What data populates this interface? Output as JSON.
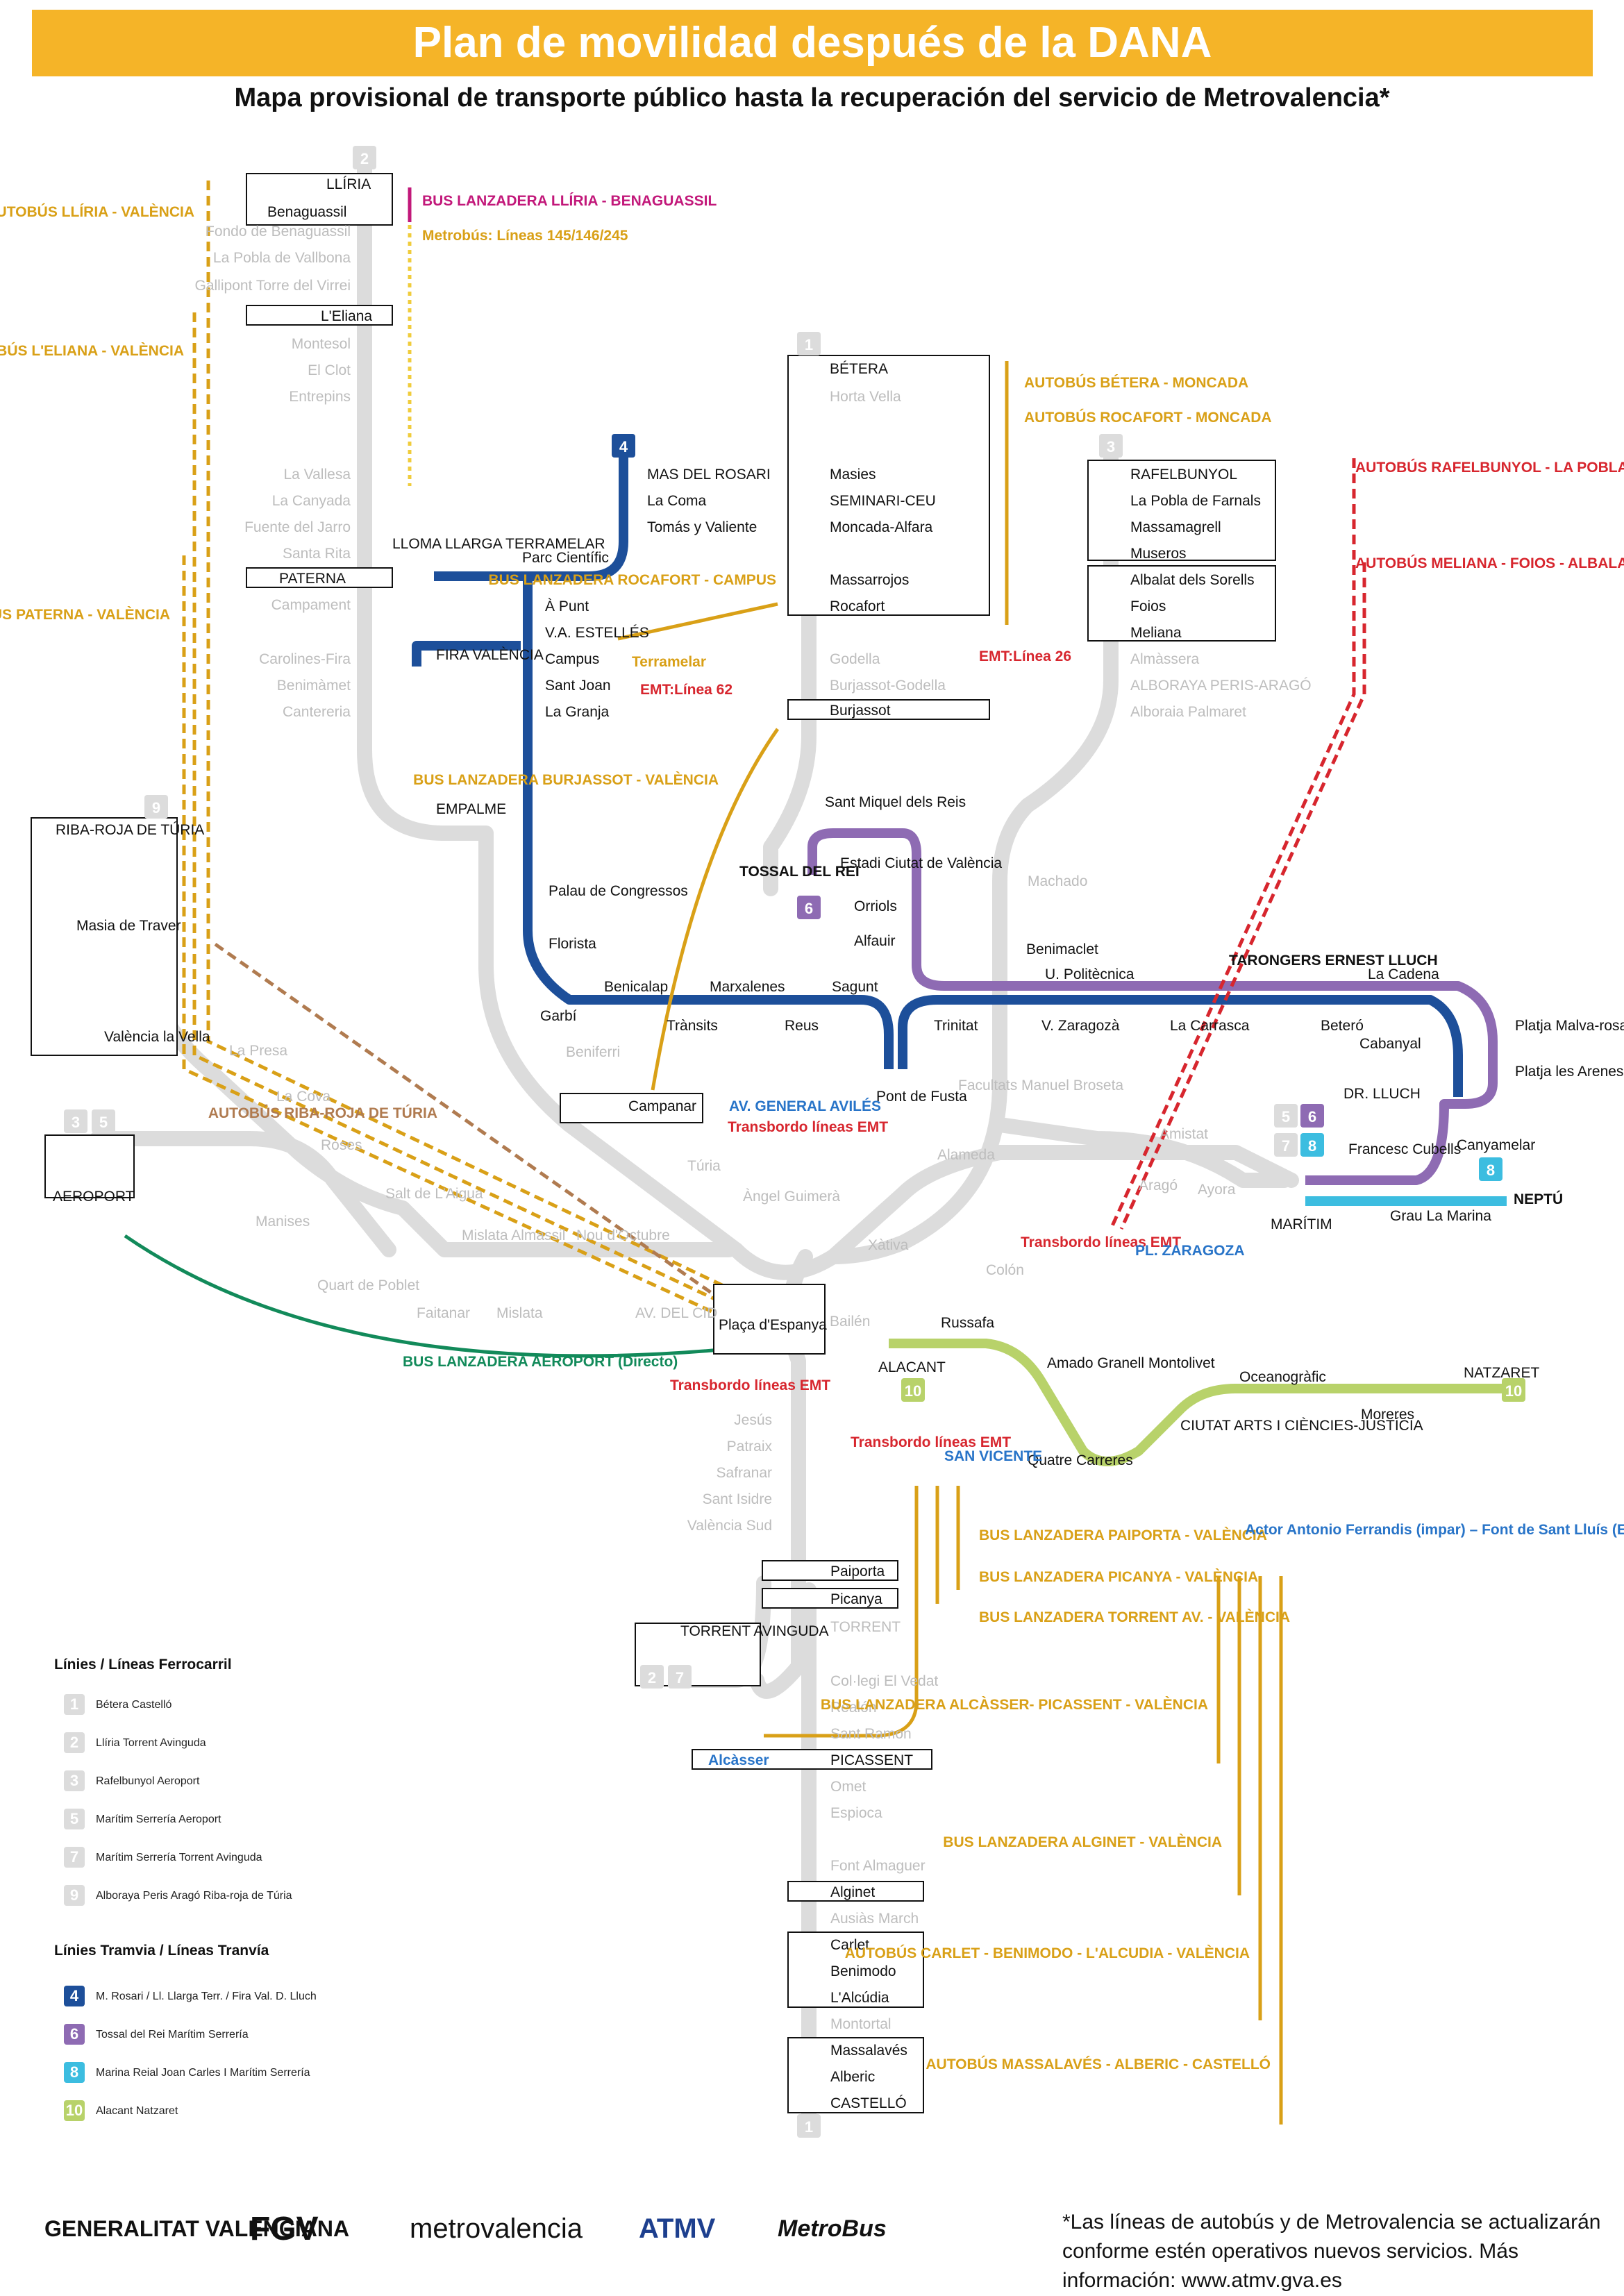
{
  "header": {
    "title": "Plan de movilidad después de la DANA",
    "subtitle": "Mapa provisional de transporte público hasta la recuperación del servicio de Metrovalencia*"
  },
  "colors": {
    "banner": "#f5b428",
    "rail_grey": "#dcdcdc",
    "line4": "#1d4f9a",
    "line6": "#8e6bb3",
    "line8": "#3cbde0",
    "line10": "#b8d26a",
    "bus_orange": "#d9a017",
    "bus_red": "#d7262e",
    "bus_pink": "#c2187a",
    "bus_brown": "#b07b50",
    "bus_green": "#128a5a",
    "emt_blue": "#2874c8"
  },
  "line_badges": {
    "l1": "1",
    "l2": "2",
    "l3": "3",
    "l4": "4",
    "l5": "5",
    "l6": "6",
    "l7": "7",
    "l8": "8",
    "l9": "9",
    "l10": "10"
  },
  "stations": {
    "lliria": "LLÍRIA",
    "benaguassil": "Benaguassil",
    "fondo": "Fondo de Benaguassil",
    "pobla_vallbona": "La Pobla de Vallbona",
    "gallipont": "Gallipont Torre del Virrei",
    "leliana": "L'Eliana",
    "montesol": "Montesol",
    "el_clot": "El Clot",
    "entrepins": "Entrepins",
    "la_vallesa": "La Vallesa",
    "la_canyada": "La Canyada",
    "fuente_jarro": "Fuente del Jarro",
    "santa_rita": "Santa Rita",
    "paterna": "PATERNA",
    "campament": "Campament",
    "carolines": "Carolines-Fira",
    "benimamet": "Benimàmet",
    "cantereria": "Cantereria",
    "betera": "BÉTERA",
    "horta_vella": "Horta Vella",
    "masies": "Masies",
    "seminari": "SEMINARI-CEU",
    "moncada": "Moncada-Alfara",
    "massarrojos": "Massarrojos",
    "rocafort": "Rocafort",
    "godella": "Godella",
    "burjassot_godella": "Burjassot-Godella",
    "burjassot": "Burjassot",
    "mas_rosari": "MAS DEL ROSARI",
    "la_coma": "La Coma",
    "tomas_valiente": "Tomás y Valiente",
    "lloma_llarga": "LLOMA LLARGA TERRAMELAR",
    "parc_cientific": "Parc Científic",
    "a_punt": "À Punt",
    "va_estelles": "V.A. ESTELLÉS",
    "fira_valencia": "FIRA VALÈNCIA",
    "campus": "Campus",
    "sant_joan": "Sant Joan",
    "la_granja": "La Granja",
    "empalme": "EMPALME",
    "palau_congressos": "Palau de Congressos",
    "florista": "Florista",
    "garbi": "Garbí",
    "benicalap": "Benicalap",
    "transits": "Trànsits",
    "marxalenes": "Marxalenes",
    "reus": "Reus",
    "sagunt": "Sagunt",
    "pont_fusta": "Pont de Fusta",
    "sant_miquel": "Sant Miquel dels Reis",
    "tossal_rei": "TOSSAL DEL REI",
    "estadi": "Estadi Ciutat de València",
    "orriols": "Orriols",
    "alfauir": "Alfauir",
    "benimaclet": "Benimaclet",
    "machado": "Machado",
    "trinitat": "Trinitat",
    "u_politecnica": "U. Politècnica",
    "v_zaragoza": "V. Zaragozà",
    "la_carrasca": "La Carrasca",
    "tarongers": "TARONGERS ERNEST LLUCH",
    "betero": "Beteró",
    "la_cadena": "La Cadena",
    "platja_malva": "Platja Malva-rosa",
    "platja_arenes": "Platja les Arenes",
    "cabanyal": "Cabanyal",
    "dr_lluch": "DR. LLUCH",
    "canyamelar": "Canyamelar",
    "francesc_cubells": "Francesc Cubells",
    "neptu": "NEPTÚ",
    "grau": "Grau La Marina",
    "maritim": "MARÍTIM",
    "rafelbunyol": "RAFELBUNYOL",
    "pobla_farnals": "La Pobla de Farnals",
    "massamagrell": "Massamagrell",
    "museros": "Museros",
    "albalat": "Albalat dels Sorells",
    "foios": "Foios",
    "meliana": "Meliana",
    "almassera": "Almàssera",
    "alboraya_peris": "ALBORAYA PERIS-ARAGÓ",
    "alboraia_palmaret": "Alboraia Palmaret",
    "riba_roja": "RIBA-ROJA DE TÚRIA",
    "masia_traver": "Masia de Traver",
    "valencia_vella": "València la Vella",
    "la_presa": "La Presa",
    "la_cova": "La Cova",
    "roses": "Roses",
    "aeroport": "AEROPORT",
    "manises": "Manises",
    "salt_aigua": "Salt de L'Aigua",
    "quart_poblet": "Quart de Poblet",
    "faitanar": "Faitanar",
    "mislata": "Mislata",
    "mislata_almassil": "Mislata Almassil",
    "nou_octubre": "Nou d'Octubre",
    "av_cid": "AV. DEL CID",
    "beniferri": "Beniferri",
    "campanar": "Campanar",
    "turia": "Túria",
    "angel_guimera": "Àngel Guimerà",
    "placa_espanya": "Plaça d'Espanya",
    "xativa": "Xàtiva",
    "colon": "Colón",
    "alameda": "Alameda",
    "facultats": "Facultats Manuel Broseta",
    "amistat": "Amistat",
    "arago": "Aragó",
    "ayora": "Ayora",
    "bailen": "Bailén",
    "alacant": "ALACANT",
    "russafa": "Russafa",
    "amado_granell": "Amado Granell Montolivet",
    "quatre_carreres": "Quatre Carreres",
    "ciutat_arts": "CIUTAT ARTS I CIÈNCIES-JUSTÍCIA",
    "oceanografic": "Oceanogràfic",
    "moreres": "Moreres",
    "natzaret": "NATZARET",
    "jesus": "Jesús",
    "patraix": "Patraix",
    "safranar": "Safranar",
    "sant_isidre": "Sant Isidre",
    "valencia_sud": "València Sud",
    "paiporta": "Paiporta",
    "picanya": "Picanya",
    "torrent": "TORRENT",
    "torrent_avinguda": "TORRENT AVINGUDA",
    "collegi_vedat": "Col·legi El Vedat",
    "realon": "Realón",
    "sant_ramon": "Sant Ramon",
    "picassent": "PICASSENT",
    "omet": "Omet",
    "espioca": "Espioca",
    "font_almaguer": "Font Almaguer",
    "alginet": "Alginet",
    "ausias_march": "Ausiàs March",
    "carlet": "Carlet",
    "benimodo": "Benimodo",
    "lalcudia": "L'Alcúdia",
    "montortal": "Montortal",
    "massalaves": "Massalavés",
    "alberic": "Alberic",
    "castello": "CASTELLÓ"
  },
  "services": {
    "bus_lliria": "AUTOBÚS LLÍRIA - VALÈNCIA",
    "bus_leliana": "AUTOBÚS L'ELIANA - VALÈNCIA",
    "bus_paterna": "AUTOBÚS PATERNA - VALÈNCIA",
    "lanzadera_lliria": "BUS LANZADERA LLÍRIA - BENAGUASSIL",
    "metrobus_lliria": "Metrobús: Líneas 145/146/245",
    "bus_betera": "AUTOBÚS BÉTERA - MONCADA",
    "bus_rocafort": "AUTOBÚS ROCAFORT - MONCADA",
    "lanzadera_rocafort": "BUS LANZADERA ROCAFORT - CAMPUS",
    "terramelar": "Terramelar",
    "emt62": "EMT:Línea 62",
    "emt26": "EMT:Línea 26",
    "bus_rafelbunyol": "AUTOBÚS RAFELBUNYOL - LA POBLA DE FARNALS - MASSAMAGRELL - MUSEROS - VALÈNCIA",
    "bus_meliana": "AUTOBÚS MELIANA - FOIOS - ALBALAT DELS SORELLS - VALÈNCIA",
    "lanzadera_burjassot": "BUS LANZADERA BURJASSOT - VALÈNCIA",
    "bus_ribaroja": "AUTOBÚS RIBA-ROJA DE TÚRIA",
    "av_general_avilés": "AV. GENERAL AVILÉS",
    "transbordo_emt": "Transbordo líneas EMT",
    "pl_zaragoza": "PL. ZARAGOZA",
    "lanzadera_aeroport": "BUS LANZADERA AEROPORT (Directo)",
    "san_vicente": "SAN VICENTE",
    "lanzadera_paiporta": "BUS LANZADERA PAIPORTA - VALÈNCIA",
    "lanzadera_picanya": "BUS LANZADERA PICANYA - VALÈNCIA",
    "lanzadera_torrent": "BUS LANZADERA TORRENT AV. - VALÈNCIA",
    "lanzadera_alcasser": "BUS LANZADERA ALCÀSSER- PICASSENT - VALÈNCIA",
    "lanzadera_alginet": "BUS LANZADERA ALGINET - VALÈNCIA",
    "bus_carlet": "AUTOBÚS CARLET - BENIMODO - L'ALCUDIA - VALÈNCIA",
    "bus_massalaves": "AUTOBÚS MASSALAVÉS - ALBERIC - CASTELLÓ",
    "alcasser": "Alcàsser",
    "emt_note": "Actor Antonio Ferrandis (impar) – Font de Sant Lluís (EMT) y Avenida Ausiàs March – Dr. Waksman (EMT)."
  },
  "legend": {
    "ferrocarril_title": "Línies / Líneas Ferrocarril",
    "tranvia_title": "Línies Tramvia / Líneas Tranvía",
    "l1": "Bétera Castelló",
    "l2": "Llíria Torrent Avinguda",
    "l3": "Rafelbunyol Aeroport",
    "l5": "Marítim Serrería Aeroport",
    "l7": "Marítim Serrería Torrent Avinguda",
    "l9": "Alboraya Peris Aragó Riba-roja de Túria",
    "l4": "M. Rosari / Ll. Llarga Terr. / Fira Val. D. Lluch",
    "l6": "Tossal del Rei Marítim Serrería",
    "l8": "Marina Reial Joan Carles I Marítim Serrería",
    "l10": "Alacant Natzaret"
  },
  "footer": {
    "note": "*Las líneas de autobús y de Metrovalencia se actualizarán conforme estén operativos nuevos servicios. Más información: www.atmv.gva.es",
    "logo_gva": "GENERALITAT VALENCIANA",
    "logo_fgv": "FGV",
    "logo_metro": "metrovalencia",
    "logo_atmv": "ATMV",
    "logo_metrobus": "MetroBus"
  }
}
